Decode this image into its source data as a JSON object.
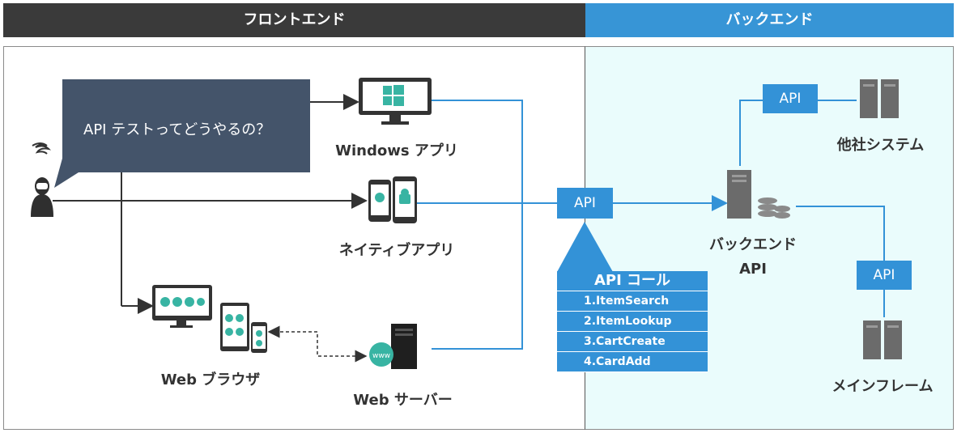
{
  "header": {
    "frontend": "フロントエンド",
    "backend": "バックエンド"
  },
  "bubble": {
    "text": "API テストってどうやるの？"
  },
  "nodes": {
    "windows_app": "Windows アプリ",
    "native_app": "ネイティブアプリ",
    "web_browser": "Web ブラウザ",
    "web_server": "Web サーバー",
    "backend_api_line1": "バックエンド",
    "backend_api_line2": "API",
    "other_company": "他社システム",
    "mainframe": "メインフレーム"
  },
  "api_labels": {
    "center": "API",
    "top": "API",
    "mainframe": "API"
  },
  "api_call": {
    "title": "API コール",
    "items": [
      "1.ItemSearch",
      "2.ItemLookup",
      "3.CartCreate",
      "4.CardAdd"
    ]
  },
  "colors": {
    "front_header": "#3a3a3a",
    "back_header": "#3795d6",
    "accent_blue": "#3392d7",
    "bubble_bg": "#44546a",
    "back_panel": "#eafcfc"
  }
}
